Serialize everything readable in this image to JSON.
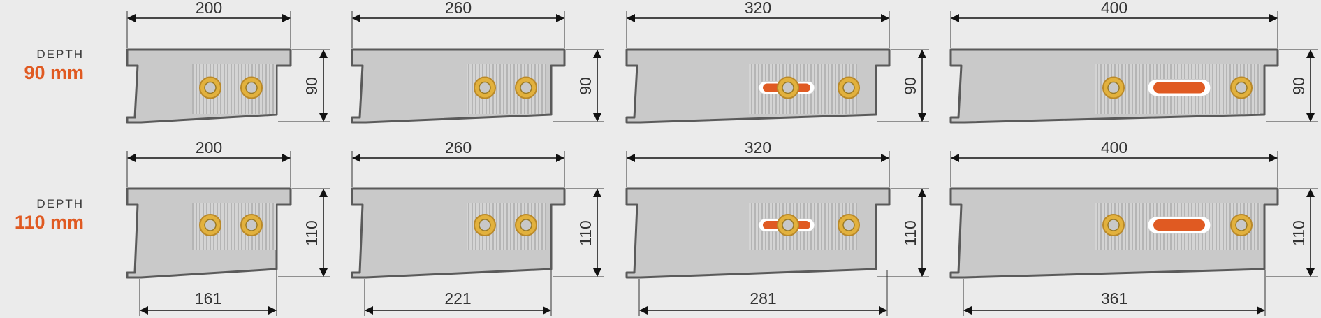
{
  "accent_color": "#e05a22",
  "rows": [
    {
      "caption": "DEPTH",
      "depth_label": "90 mm",
      "height_label": "90",
      "units": [
        {
          "width_label": "200",
          "bottom_label": "",
          "pipe": "none"
        },
        {
          "width_label": "260",
          "bottom_label": "",
          "pipe": "none"
        },
        {
          "width_label": "320",
          "bottom_label": "",
          "pipe": "short"
        },
        {
          "width_label": "400",
          "bottom_label": "",
          "pipe": "long"
        }
      ]
    },
    {
      "caption": "DEPTH",
      "depth_label": "110 mm",
      "height_label": "110",
      "units": [
        {
          "width_label": "200",
          "bottom_label": "161",
          "pipe": "none"
        },
        {
          "width_label": "260",
          "bottom_label": "221",
          "pipe": "none"
        },
        {
          "width_label": "320",
          "bottom_label": "281",
          "pipe": "short"
        },
        {
          "width_label": "400",
          "bottom_label": "361",
          "pipe": "long"
        }
      ]
    }
  ]
}
